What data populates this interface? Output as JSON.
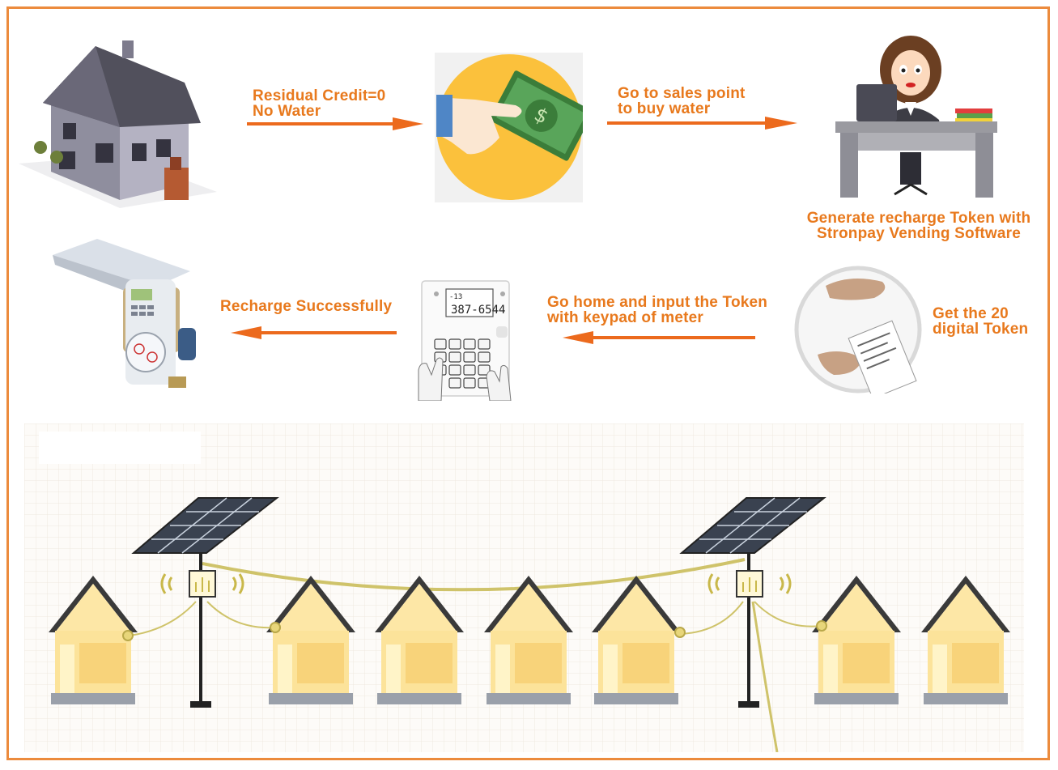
{
  "colors": {
    "frame": "#ec8b3d",
    "arrow": "#ec6a1d",
    "text": "#e8791d",
    "house_fill": "#fce39a",
    "wire": "#cfc36a"
  },
  "steps": {
    "no_water": {
      "line1": "Residual Credit=0",
      "line2": "No Water"
    },
    "buy": {
      "line1": "Go to sales point",
      "line2": "to buy water"
    },
    "generate": {
      "line1": "Generate recharge Token with",
      "line2": "Stronpay Vending Software"
    },
    "token": {
      "line1": "Get the 20",
      "line2": "digital Token"
    },
    "input": {
      "line1": "Go home and input the Token",
      "line2": "with keypad of meter"
    },
    "success": {
      "line1": "Recharge Successfully"
    }
  },
  "keypad_display": "387-6544",
  "keypad_display_small": "-13",
  "icons": [
    "house-icon",
    "money-hand-icon",
    "vendor-woman-icon",
    "token-handover-icon",
    "keypad-icon",
    "water-meter-icon",
    "solar-panel-icon",
    "wireless-signal-icon"
  ]
}
